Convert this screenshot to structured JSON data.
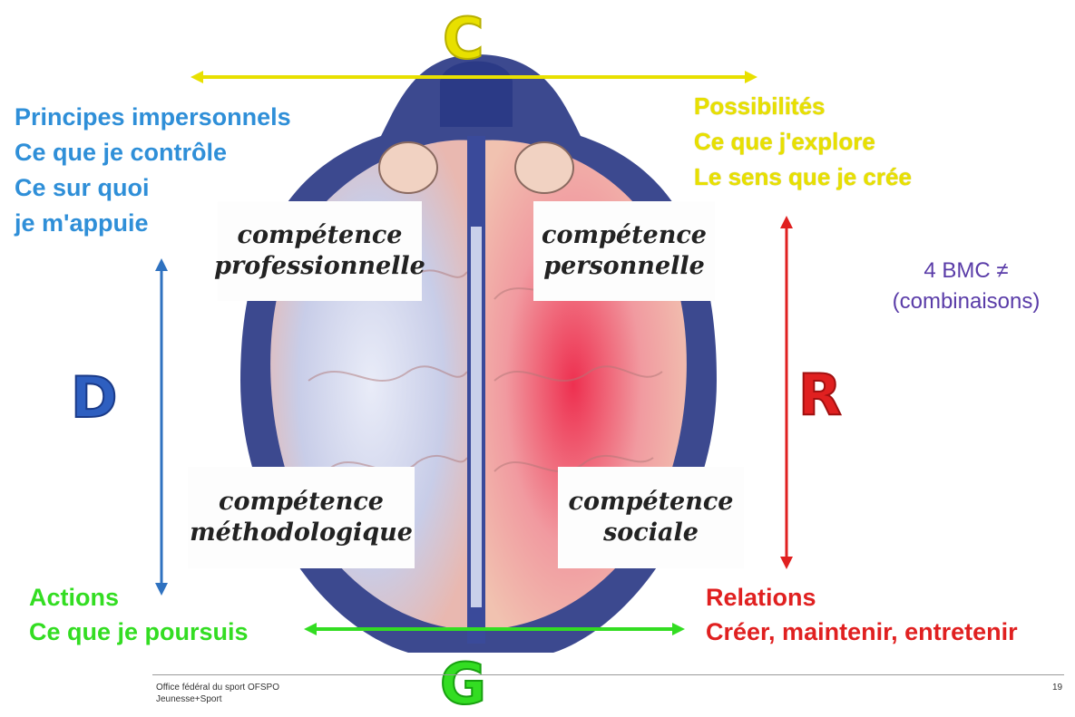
{
  "axis_letters": {
    "top": "C",
    "left": "D",
    "right": "R",
    "bottom": "G"
  },
  "top_left": [
    "Principes impersonnels",
    "Ce que je contrôle",
    "Ce sur quoi",
    "je m'appuie"
  ],
  "top_right": [
    "Possibilités",
    "Ce que j'explore",
    "Le sens que je crée"
  ],
  "bottom_left": [
    "Actions",
    "Ce que je poursuis"
  ],
  "bottom_right": [
    "Relations",
    "Créer, maintenir, entretenir"
  ],
  "side_note": [
    "4 BMC ≠",
    "(combinaisons)"
  ],
  "competences": {
    "professionnelle": [
      "compétence",
      "professionnelle"
    ],
    "personnelle": [
      "compétence",
      "personnelle"
    ],
    "methodologique": [
      "compétence",
      "méthodologique"
    ],
    "sociale": [
      "compétence",
      "sociale"
    ]
  },
  "footer": {
    "org_line1": "Office fédéral du sport OFSPO",
    "org_line2": "Jeunesse+Sport",
    "page_number": "19"
  },
  "colors": {
    "blue": "#2f8fd8",
    "yellow": "#e8e000",
    "green": "#33dd22",
    "red": "#e02020",
    "purple": "#5a3ca8",
    "brain_outline": "#2b3a86"
  }
}
